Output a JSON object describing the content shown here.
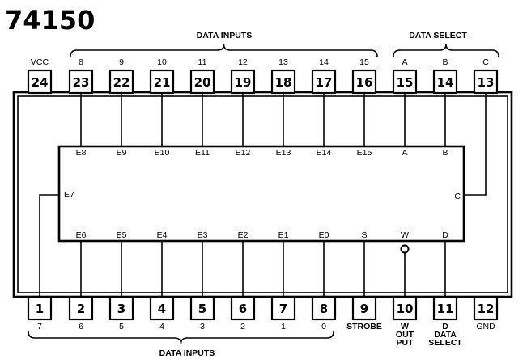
{
  "title": "74150",
  "top_group_labels": {
    "data_inputs": "DATA INPUTS",
    "data_select": "DATA SELECT"
  },
  "bottom_group_label": "DATA INPUTS",
  "top_pins": [
    {
      "num": "24",
      "label": "VCC",
      "inner": ""
    },
    {
      "num": "23",
      "label": "8",
      "inner": "E8"
    },
    {
      "num": "22",
      "label": "9",
      "inner": "E9"
    },
    {
      "num": "21",
      "label": "10",
      "inner": "E10"
    },
    {
      "num": "20",
      "label": "11",
      "inner": "E11"
    },
    {
      "num": "19",
      "label": "12",
      "inner": "E12"
    },
    {
      "num": "18",
      "label": "13",
      "inner": "E13"
    },
    {
      "num": "17",
      "label": "14",
      "inner": "E14"
    },
    {
      "num": "16",
      "label": "15",
      "inner": "E15"
    },
    {
      "num": "15",
      "label": "A",
      "inner": "A"
    },
    {
      "num": "14",
      "label": "B",
      "inner": "B"
    },
    {
      "num": "13",
      "label": "C",
      "inner": "C"
    }
  ],
  "bottom_pins": [
    {
      "num": "1",
      "label": "7",
      "inner": "E7"
    },
    {
      "num": "2",
      "label": "6",
      "inner": "E6"
    },
    {
      "num": "3",
      "label": "5",
      "inner": "E5"
    },
    {
      "num": "4",
      "label": "4",
      "inner": "E4"
    },
    {
      "num": "5",
      "label": "3",
      "inner": "E3"
    },
    {
      "num": "6",
      "label": "2",
      "inner": "E2"
    },
    {
      "num": "7",
      "label": "1",
      "inner": "E1"
    },
    {
      "num": "8",
      "label": "0",
      "inner": "E0"
    },
    {
      "num": "9",
      "label": "STROBE",
      "inner": "S"
    },
    {
      "num": "10",
      "label": "W\nOUT\nPUT",
      "inner": "W"
    },
    {
      "num": "11",
      "label": "D\nDATA\nSELECT",
      "inner": "D"
    },
    {
      "num": "12",
      "label": "GND",
      "inner": ""
    }
  ]
}
